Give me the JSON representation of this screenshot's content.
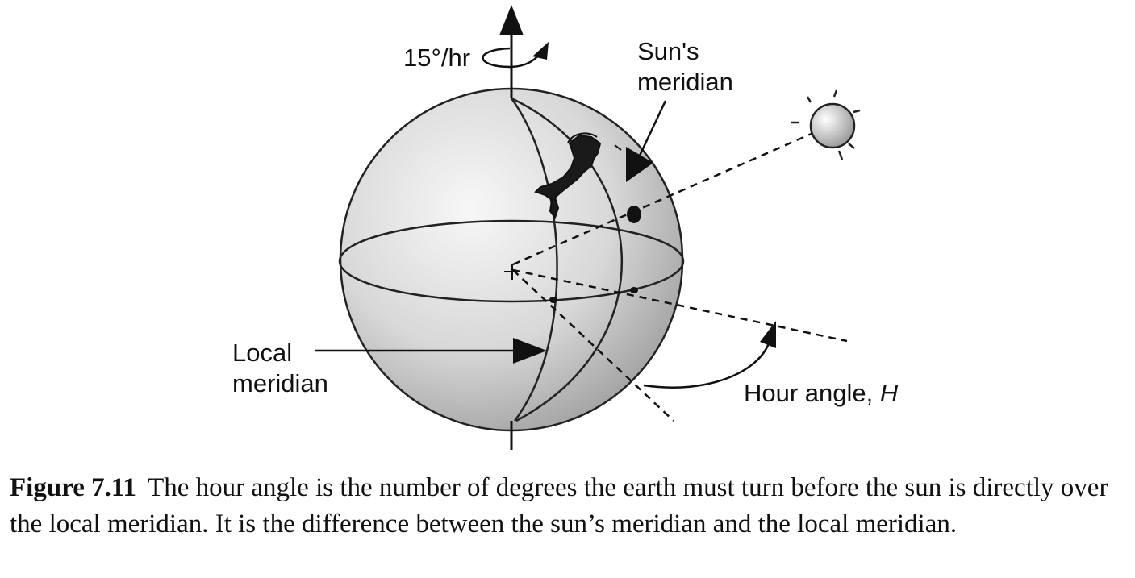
{
  "labels": {
    "rotation_rate": "15°/hr",
    "sun_meridian_line1": "Sun's",
    "sun_meridian_line2": "meridian",
    "local_meridian_line1": "Local",
    "local_meridian_line2": "meridian",
    "hour_angle_text": "Hour angle, ",
    "hour_angle_symbol": "H"
  },
  "caption": {
    "number": "Figure 7.11",
    "text": "The hour angle is the number of degrees the earth must turn before the sun is directly over the local meridian. It is the difference between the sun’s meridian and the local meridian."
  }
}
